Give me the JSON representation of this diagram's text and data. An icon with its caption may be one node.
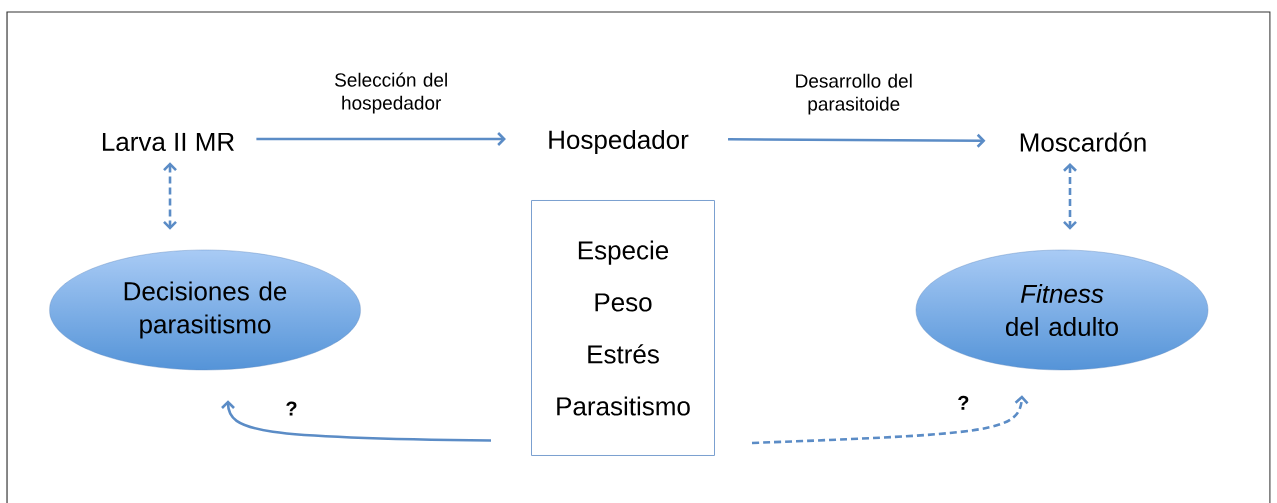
{
  "diagram": {
    "nodes": [
      {
        "text": [
          "Larva II MR"
        ]
      },
      {
        "text": [
          "Hospedador"
        ]
      },
      {
        "text": [
          "Moscardón"
        ]
      },
      {
        "text": [
          "Decisiones de parasitismo"
        ]
      },
      {
        "text": [
          "Especie",
          "Peso",
          "Estrés",
          "Parasitismo"
        ]
      },
      {
        "text": [
          "*Fitness* del adulto"
        ]
      }
    ],
    "edges": [
      {
        "from": 0,
        "to": 1,
        "arrow": "to",
        "label": "Selección del hospedador"
      },
      {
        "from": 1,
        "to": 2,
        "arrow": "to",
        "label": "Desarrollo del parasitoide"
      },
      {
        "from": 0,
        "to": 3,
        "arrow": "both",
        "style": "dashed"
      },
      {
        "from": 2,
        "to": 5,
        "arrow": "both",
        "style": "dashed"
      },
      {
        "from": 4,
        "to": 3,
        "arrow": "to",
        "label": "?"
      },
      {
        "from": 4,
        "to": 5,
        "arrow": "to",
        "style": "dashed",
        "label": "?"
      }
    ]
  }
}
